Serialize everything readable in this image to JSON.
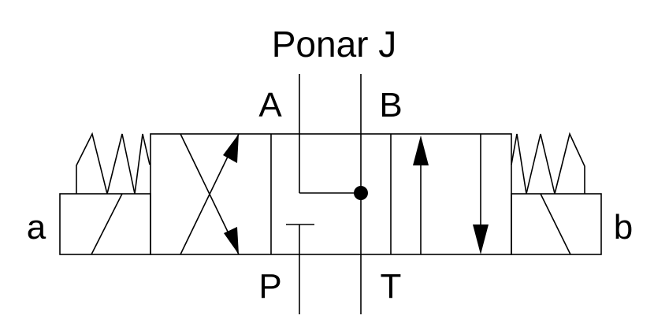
{
  "title": "Ponar J",
  "ports": {
    "a": "A",
    "b": "B",
    "p": "P",
    "t": "T"
  },
  "actuators": {
    "left": "a",
    "right": "b"
  },
  "colors": {
    "stroke": "#000000",
    "background": "#ffffff"
  }
}
